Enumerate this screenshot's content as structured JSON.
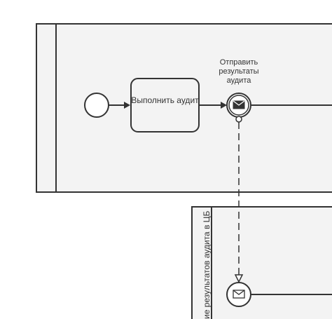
{
  "task": {
    "label": "Выполнить аудит"
  },
  "intermediate_event": {
    "label": "Отправить результаты аудита"
  },
  "lower_pool": {
    "label": "ие результатов аудита в ЦБ"
  },
  "colors": {
    "stroke": "#333333",
    "pool_fill": "#f3f3f3",
    "event_fill": "#ffffff"
  },
  "icons": [
    "envelope-icon",
    "envelope-outline-icon"
  ]
}
